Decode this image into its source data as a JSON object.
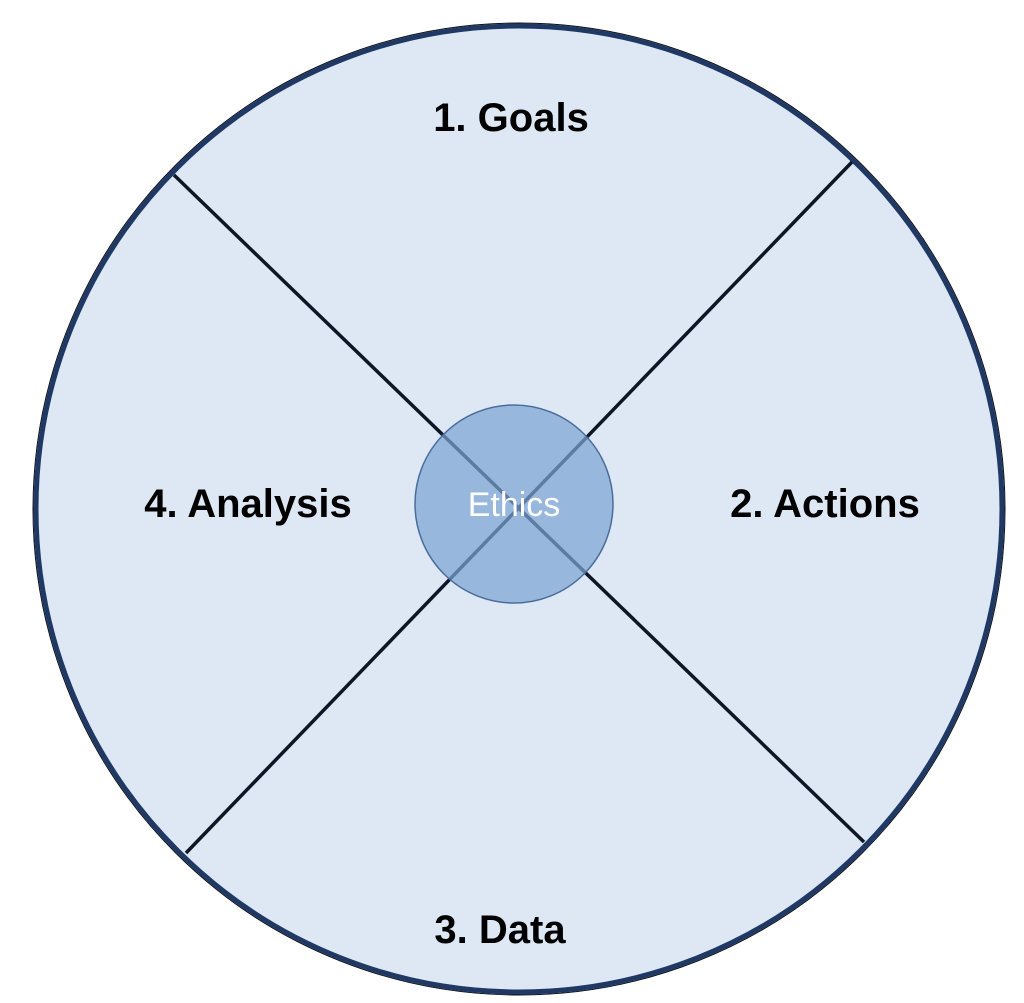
{
  "diagram": {
    "type": "cycle-wheel",
    "quadrants": [
      {
        "label": "1. Goals",
        "position": "top"
      },
      {
        "label": "2. Actions",
        "position": "right"
      },
      {
        "label": "3. Data",
        "position": "bottom"
      },
      {
        "label": "4. Analysis",
        "position": "left"
      }
    ],
    "center": {
      "label": "Ethics"
    },
    "colors": {
      "wheel_fill": "#dde8f4",
      "wheel_stroke": "#1f3864",
      "divider": "#0d1626",
      "center_fill": "#97b7dd",
      "center_stroke": "#4a6d9c",
      "center_text": "#ffffff",
      "label_text": "#000000"
    }
  }
}
